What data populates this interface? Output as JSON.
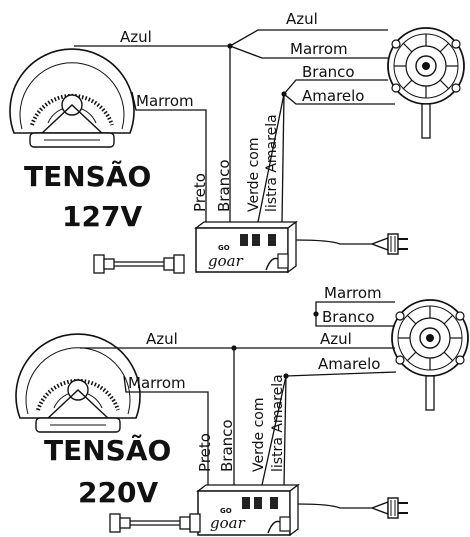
{
  "top": {
    "tension_word": "TENSÃO",
    "tension_value": "127V",
    "labels": {
      "azul_meter": "Azul",
      "azul_motor": "Azul",
      "marrom_motor": "Marrom",
      "branco_motor": "Branco",
      "amarelo_motor": "Amarelo",
      "marrom_meter": "Marrom",
      "preto": "Preto",
      "branco": "Branco",
      "verde_l1": "Verde com",
      "verde_l2": "listra Amarela"
    },
    "brand": "goar",
    "brand_small": "GO"
  },
  "bottom": {
    "tension_word": "TENSÃO",
    "tension_value": "220V",
    "labels": {
      "marrom_motor": "Marrom",
      "branco_motor": "Branco",
      "azul_meter": "Azul",
      "azul_motor": "Azul",
      "amarelo_motor": "Amarelo",
      "marrom_meter": "Marrom",
      "preto": "Preto",
      "branco": "Branco",
      "verde_l1": "Verde com",
      "verde_l2": "listra Amarela"
    },
    "brand": "goar",
    "brand_small": "GO"
  }
}
